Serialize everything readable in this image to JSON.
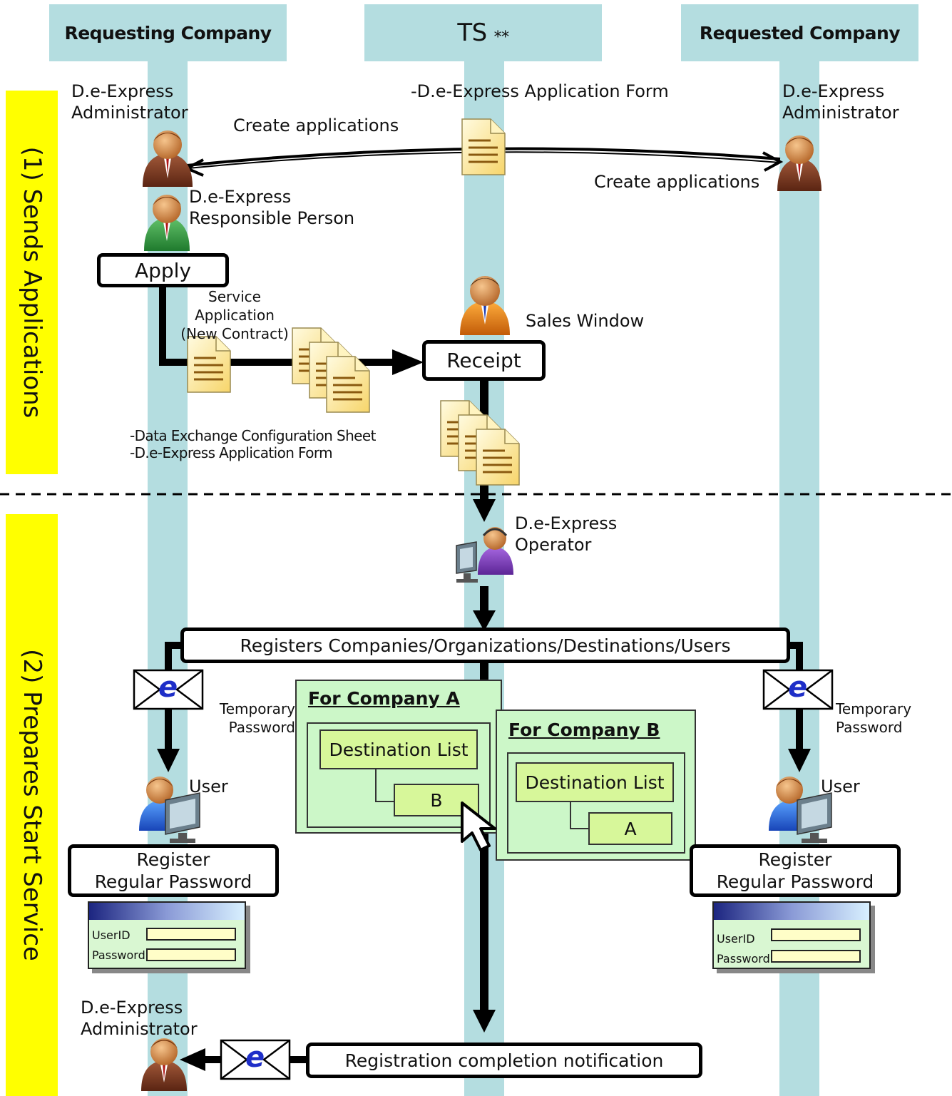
{
  "lanes": {
    "requesting": "Requesting Company",
    "ts": "TS",
    "ts_mark": "**",
    "requested": "Requested Company"
  },
  "phases": {
    "phase1": "(1) Sends Applications",
    "phase2": "(2) Prepares Start Service"
  },
  "labels": {
    "admin_left_1": "D.e-Express",
    "admin_left_2": "Administrator",
    "app_form_top": "-D.e-Express Application Form",
    "admin_right_1": "D.e-Express",
    "admin_right_2": "Administrator",
    "create_apps_left": "Create applications",
    "create_apps_right": "Create applications",
    "responsible_1": "D.e-Express",
    "responsible_2": "Responsible Person",
    "service_app_1": "Service",
    "service_app_2": "Application",
    "service_app_3": "(New Contract)",
    "sales_window": "Sales Window",
    "sheet_1": "-Data Exchange Configuration Sheet",
    "sheet_2": "-D.e-Express Application Form",
    "operator_1": "D.e-Express",
    "operator_2": "Operator",
    "temp_pw_left_1": "Temporary",
    "temp_pw_left_2": "Password",
    "temp_pw_right_1": "Temporary",
    "temp_pw_right_2": "Password",
    "user_left": "User",
    "user_right": "User",
    "admin_bottom_1": "D.e-Express",
    "admin_bottom_2": "Administrator"
  },
  "boxes": {
    "apply": "Apply",
    "receipt": "Receipt",
    "registers": "Registers Companies/Organizations/Destinations/Users",
    "register_left_1": "Register",
    "register_left_2": "Regular Password",
    "register_right_1": "Register",
    "register_right_2": "Regular Password",
    "completion": "Registration completion notification"
  },
  "company_a": {
    "title": "For Company A",
    "dest_list": "Destination List",
    "item": "B"
  },
  "company_b": {
    "title": "For Company B",
    "dest_list": "Destination List",
    "item": "A"
  },
  "login_form": {
    "userid": "UserID",
    "password": "Password"
  },
  "mail_glyph": "e",
  "colors": {
    "lane": "#b4dde0",
    "phase": "#ffff00",
    "doc": "#fde9a0",
    "green_box": "#ccf7c8",
    "item_box": "#d7f79a"
  }
}
